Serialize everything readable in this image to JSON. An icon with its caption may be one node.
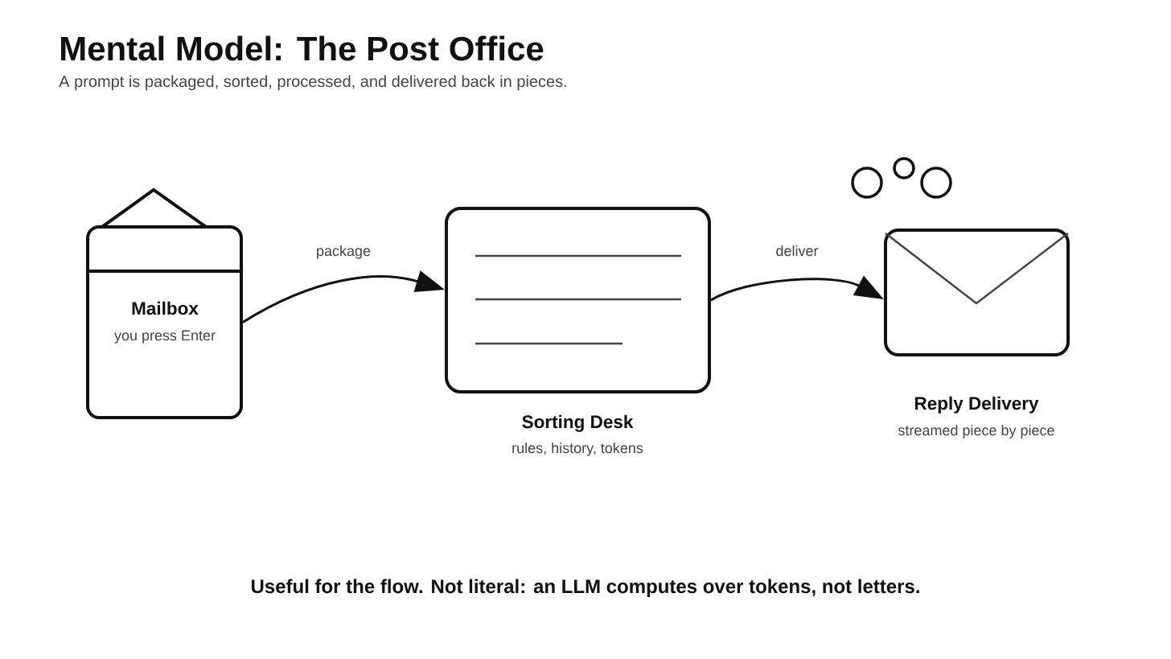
{
  "diagram": {
    "title": "Mental Model: The Post Office",
    "caption": "Useful for the flow. Not literal: an LLM computes over tokens, not letters.",
    "nodes": [
      {
        "text": [
          "Mailbox",
          "you press Enter"
        ]
      },
      {
        "text": [
          "Sorting Desk",
          "rules, history, tokens"
        ]
      },
      {
        "text": [
          "Reply Delivery",
          "streamed piece by piece"
        ]
      }
    ],
    "edges": [
      {
        "from": 0,
        "to": 1,
        "arrow": "to",
        "label": "package"
      },
      {
        "from": 1,
        "to": 2,
        "arrow": "to",
        "label": "deliver"
      }
    ],
    "labels": [
      "A prompt is packaged, sorted, processed, and delivered back in pieces."
    ]
  }
}
